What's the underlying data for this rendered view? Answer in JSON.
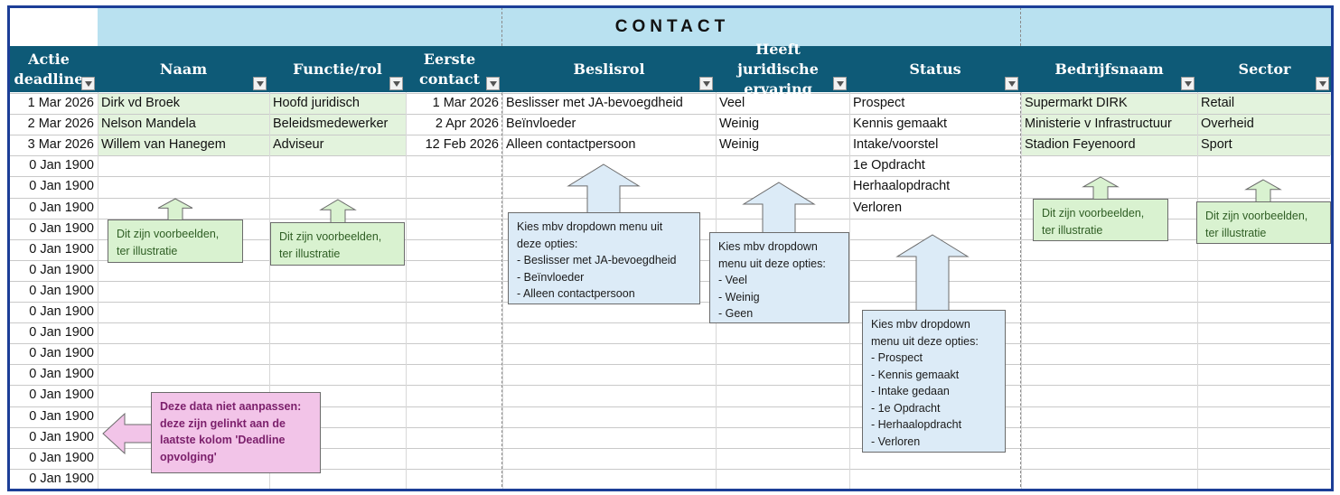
{
  "section_title": "CONTACT",
  "columns": [
    {
      "id": "actie",
      "label": "Actie deadline"
    },
    {
      "id": "naam",
      "label": "Naam"
    },
    {
      "id": "functie",
      "label": "Functie/rol"
    },
    {
      "id": "eerste",
      "label": "Eerste contact"
    },
    {
      "id": "beslisrol",
      "label": "Beslisrol"
    },
    {
      "id": "juridisch",
      "label": "Heeft juridische ervaring"
    },
    {
      "id": "status",
      "label": "Status"
    },
    {
      "id": "bedrijf",
      "label": "Bedrijfsnaam"
    },
    {
      "id": "sector",
      "label": "Sector"
    }
  ],
  "rows": [
    {
      "actie": "1 Mar 2026",
      "naam": "Dirk vd Broek",
      "functie": "Hoofd juridisch",
      "eerste": "1 Mar 2026",
      "beslisrol": "Beslisser met JA-bevoegdheid",
      "juridisch": "Veel",
      "status": "Prospect",
      "bedrijf": "Supermarkt DIRK",
      "sector": "Retail"
    },
    {
      "actie": "2 Mar 2026",
      "naam": "Nelson Mandela",
      "functie": "Beleidsmedewerker",
      "eerste": "2 Apr 2026",
      "beslisrol": "Beïnvloeder",
      "juridisch": "Weinig",
      "status": "Kennis gemaakt",
      "bedrijf": "Ministerie v Infrastructuur",
      "sector": "Overheid"
    },
    {
      "actie": "3 Mar 2026",
      "naam": "Willem van Hanegem",
      "functie": "Adviseur",
      "eerste": "12 Feb 2026",
      "beslisrol": "Alleen contactpersoon",
      "juridisch": "Weinig",
      "status": "Intake/voorstel",
      "bedrijf": "Stadion Feyenoord",
      "sector": "Sport"
    },
    {
      "actie": "0 Jan 1900",
      "status": "1e Opdracht"
    },
    {
      "actie": "0 Jan 1900",
      "status": "Herhaalopdracht"
    },
    {
      "actie": "0 Jan 1900",
      "status": "Verloren"
    },
    {
      "actie": "0 Jan 1900"
    },
    {
      "actie": "0 Jan 1900"
    },
    {
      "actie": "0 Jan 1900"
    },
    {
      "actie": "0 Jan 1900"
    },
    {
      "actie": "0 Jan 1900"
    },
    {
      "actie": "0 Jan 1900"
    },
    {
      "actie": "0 Jan 1900"
    },
    {
      "actie": "0 Jan 1900"
    },
    {
      "actie": "0 Jan 1900"
    },
    {
      "actie": "0 Jan 1900"
    },
    {
      "actie": "0 Jan 1900"
    },
    {
      "actie": "0 Jan 1900"
    },
    {
      "actie": "0 Jan 1900"
    }
  ],
  "notes": {
    "naam": "Dit zijn voorbeelden,\nter illustratie",
    "functie": "Dit zijn voorbeelden,\nter illustratie",
    "beslisrol": "Kies mbv dropdown menu uit\ndeze opties:\n- Beslisser met JA-bevoegdheid\n- Beïnvloeder\n- Alleen contactpersoon",
    "juridisch": "Kies mbv dropdown\nmenu uit deze opties:\n- Veel\n- Weinig\n- Geen",
    "status": "Kies mbv dropdown\nmenu uit deze opties:\n- Prospect\n- Kennis gemaakt\n- Intake gedaan\n- 1e Opdracht\n- Herhaalopdracht\n- Verloren",
    "bedrijf": "Dit zijn voorbeelden,\nter illustratie",
    "sector": "Dit zijn voorbeelden,\nter illustratie",
    "deadline": "Deze data niet aanpassen:\ndeze zijn gelinkt aan de\nlaatste kolom 'Deadline\nopvolging'"
  },
  "colors": {
    "header_bg": "#0e5a77",
    "band_bg": "#b9e1f0",
    "example_cell_bg": "#e3f3dd",
    "frame": "#1c3e97",
    "note_green": "#d9f2d0",
    "note_blue": "#dcebf7",
    "note_pink": "#f2c4e8"
  }
}
